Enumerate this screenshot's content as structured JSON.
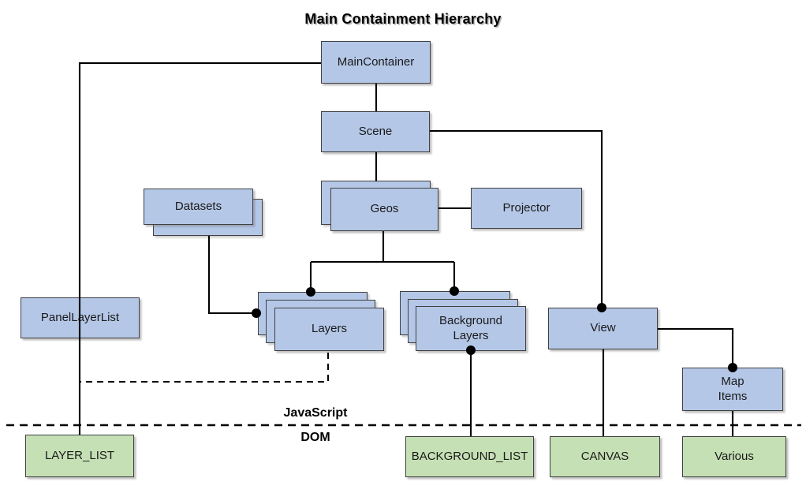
{
  "title": "Main Containment Hierarchy",
  "section_labels": {
    "javascript": "JavaScript",
    "dom": "DOM"
  },
  "nodes": {
    "main_container": "MainContainer",
    "scene": "Scene",
    "datasets": "Datasets",
    "geos": "Geos",
    "projector": "Projector",
    "panel_layer_list": "PanelLayerList",
    "layers": "Layers",
    "background_layers": "Background Layers",
    "view": "View",
    "map_items": "Map Items",
    "layer_list": "LAYER_LIST",
    "background_list": "BACKGROUND_LIST",
    "canvas": "CANVAS",
    "various": "Various"
  },
  "colors": {
    "container_fill": "#b4c7e7",
    "dom_fill": "#c5e0b4",
    "border": "#404040",
    "connector": "#000000"
  }
}
